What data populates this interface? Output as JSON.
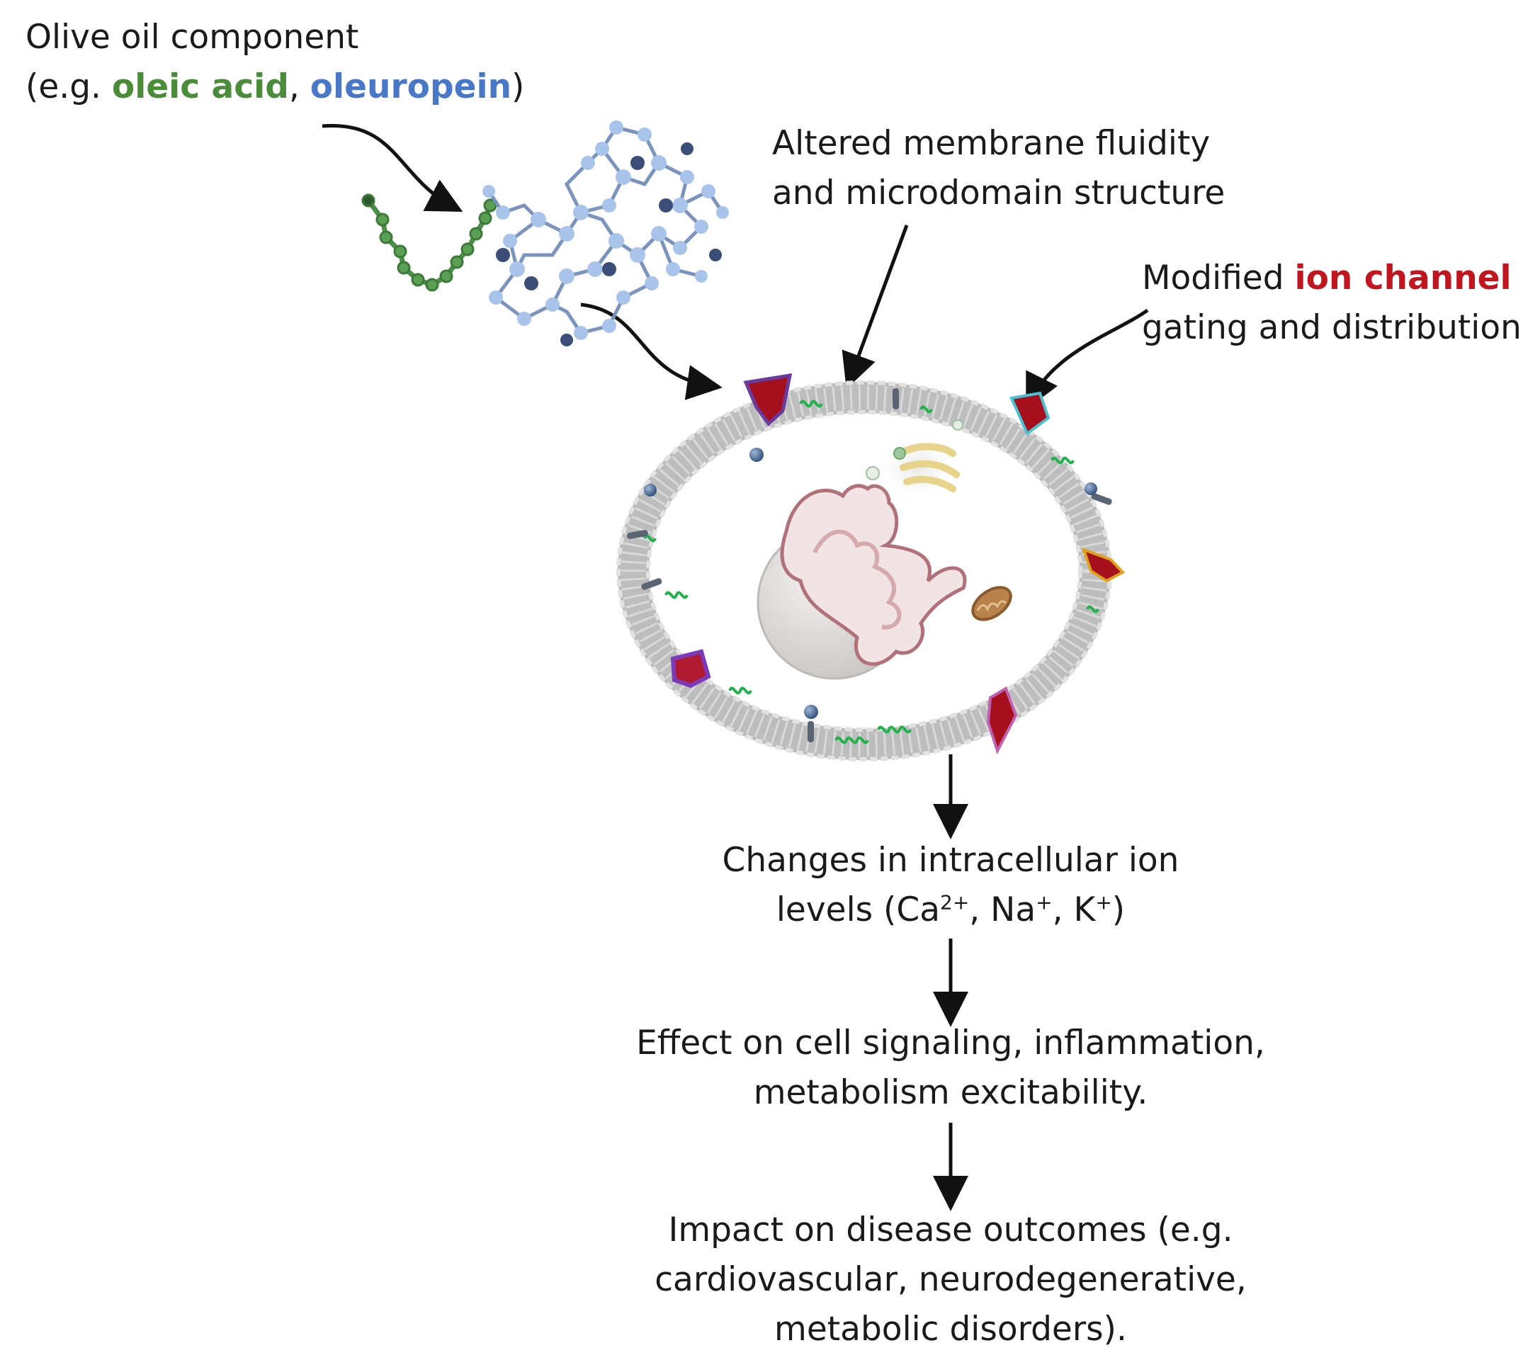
{
  "olive": {
    "line1": "Olive oil component",
    "line2_prefix": "(e.g. ",
    "oleic": "oleic acid",
    "comma": ", ",
    "oleuropein": "oleuropein",
    "line2_suffix": ")"
  },
  "membrane": {
    "line1": "Altered membrane fluidity",
    "line2": "and microdomain structure"
  },
  "channel": {
    "line1_prefix": "Modified ",
    "highlight": "ion channel",
    "line2": "gating and distribution"
  },
  "ions": {
    "line1": "Changes in intracellular ion",
    "line2_prefix": "levels (Ca",
    "ca_sup": "2+",
    "sep1": ", Na",
    "na_sup": "+",
    "sep2": ", K",
    "k_sup": "+",
    "line2_suffix": ")"
  },
  "effect": {
    "line1": "Effect on cell signaling, inflammation,",
    "line2": "metabolism excitability."
  },
  "impact": {
    "line1": "Impact on disease outcomes (e.g.",
    "line2": "cardiovascular, neurodegenerative,",
    "line3": "metabolic disorders)."
  },
  "colors": {
    "oleic_acid": "#4a8c3a",
    "oleuropein": "#4a78c9",
    "ion_channel": "#c0161f",
    "membrane": "#cfcfcf",
    "lipid_raft": "#22b14c"
  }
}
